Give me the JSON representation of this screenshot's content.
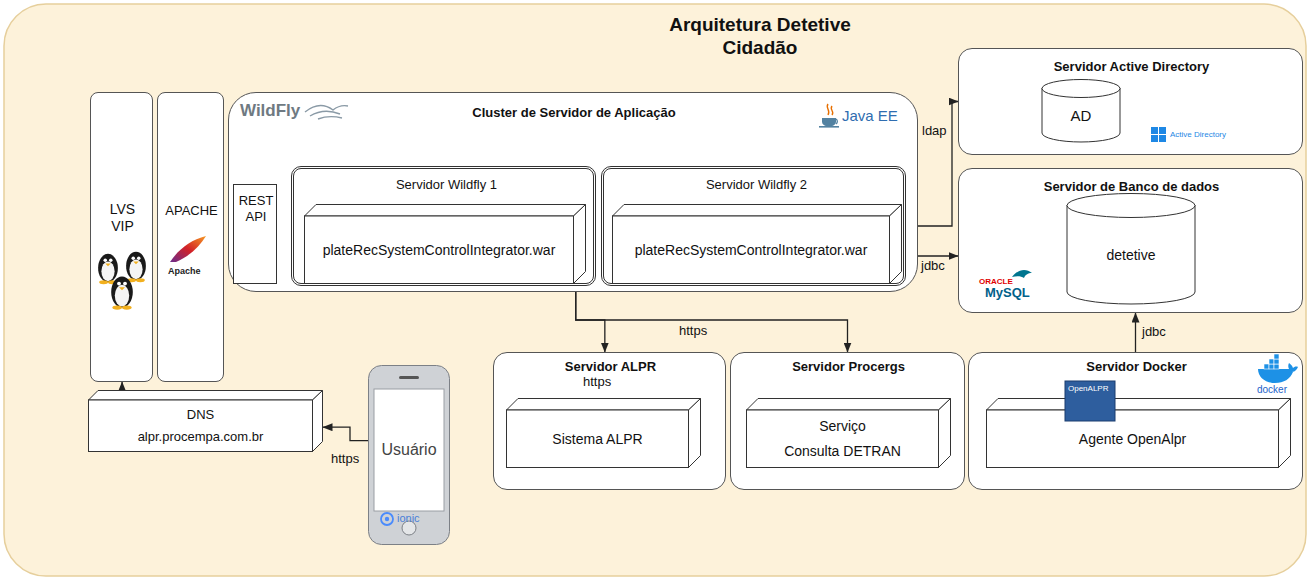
{
  "diagram": {
    "title": "Arquitetura Detetive Cidadão",
    "nodes": [
      {
        "text": [
          "LVS VIP"
        ]
      },
      {
        "text": [
          "APACHE"
        ]
      },
      {
        "text": [
          "Cluster de Servidor de Aplicação"
        ]
      },
      {
        "text": [
          "REST API"
        ],
        "in": 2
      },
      {
        "text": [
          "Servidor Wildfly 1"
        ],
        "in": 2
      },
      {
        "text": [
          "plateRecSystemControlIntegrator.war"
        ],
        "in": 4
      },
      {
        "text": [
          "Servidor Wildfly 2"
        ],
        "in": 2
      },
      {
        "text": [
          "plateRecSystemControlIntegrator.war"
        ],
        "in": 6
      },
      {
        "text": [
          "Servidor Active Directory"
        ]
      },
      {
        "text": [
          "AD"
        ],
        "in": 8
      },
      {
        "text": [
          "Servidor de Banco de dados"
        ]
      },
      {
        "text": [
          "detetive"
        ],
        "in": 10
      },
      {
        "text": [
          "Servidor ALPR"
        ]
      },
      {
        "text": [
          "Sistema ALPR"
        ],
        "in": 12
      },
      {
        "text": [
          "Servidor Procergs"
        ]
      },
      {
        "text": [
          "Serviço",
          "Consulta DETRAN"
        ],
        "in": 14
      },
      {
        "text": [
          "Servidor Docker"
        ]
      },
      {
        "text": [
          "Agente OpenAlpr"
        ],
        "in": 16
      },
      {
        "text": [
          "DNS",
          "alpr.procempa.com.br"
        ]
      },
      {
        "text": [
          "Usuário"
        ]
      }
    ],
    "edges": [
      {
        "from": 18,
        "to": 0,
        "arrow": "to"
      },
      {
        "from": 19,
        "to": 18,
        "label": "https",
        "arrow": "to"
      },
      {
        "from": 6,
        "to": 8,
        "label": "ldap",
        "arrow": "to"
      },
      {
        "from": 6,
        "to": 10,
        "label": "jdbc",
        "arrow": "to"
      },
      {
        "from": 2,
        "to": 12,
        "label": "https",
        "arrow": "to"
      },
      {
        "from": 2,
        "to": 14,
        "arrow": "to"
      },
      {
        "from": 16,
        "to": 10,
        "label": "jdbc",
        "arrow": "to"
      }
    ],
    "labels": [
      "WildFly",
      "Java EE",
      "Apache",
      "Active Directory",
      "ORACLE",
      "MySQL",
      "docker",
      "OpenALPR",
      "ionic",
      "https"
    ]
  }
}
